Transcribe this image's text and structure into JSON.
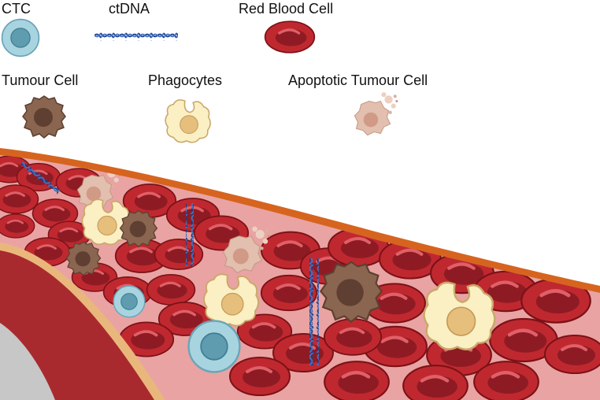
{
  "legend": {
    "ctc": "CTC",
    "ctdna": "ctDNA",
    "red_blood_cell": "Red Blood Cell",
    "tumour_cell": "Tumour Cell",
    "phagocytes": "Phagocytes",
    "apoptotic_tumour_cell": "Apoptotic Tumour Cell"
  },
  "colors": {
    "ctc": "#a8d4e0",
    "ctc_nucleus": "#5f9cb0",
    "red_blood_cell": "#c0282f",
    "red_blood_cell_dark": "#8e1b24",
    "tumour_cell": "#8a6550",
    "tumour_nucleus": "#5e3f32",
    "phagocyte": "#fbefc4",
    "phagocyte_nucleus": "#e7bf7d",
    "apoptotic_cell": "#e2bfae",
    "dna": "#1c3c8a",
    "vessel_wall": "#d6641f",
    "vessel_lumen": "#e9a3a2"
  }
}
